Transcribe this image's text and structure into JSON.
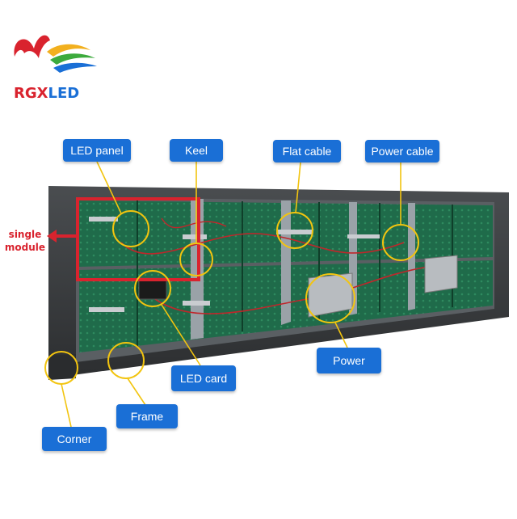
{
  "logo": {
    "brand": "RGXLED",
    "brand_part1": "RGX",
    "brand_part2": "LED"
  },
  "labels": {
    "led_panel": "LED panel",
    "keel": "Keel",
    "flat_cable": "Flat cable",
    "power_cable": "Power cable",
    "power": "Power",
    "led_card": "LED card",
    "frame": "Frame",
    "corner": "Corner",
    "single_module_line1": "single",
    "single_module_line2": "module"
  },
  "colors": {
    "callout": "#1a6fd6",
    "ring": "#f2c40f",
    "highlight": "#d9232e",
    "pcb": "#1f6b4a",
    "frame": "#3a3d40"
  }
}
